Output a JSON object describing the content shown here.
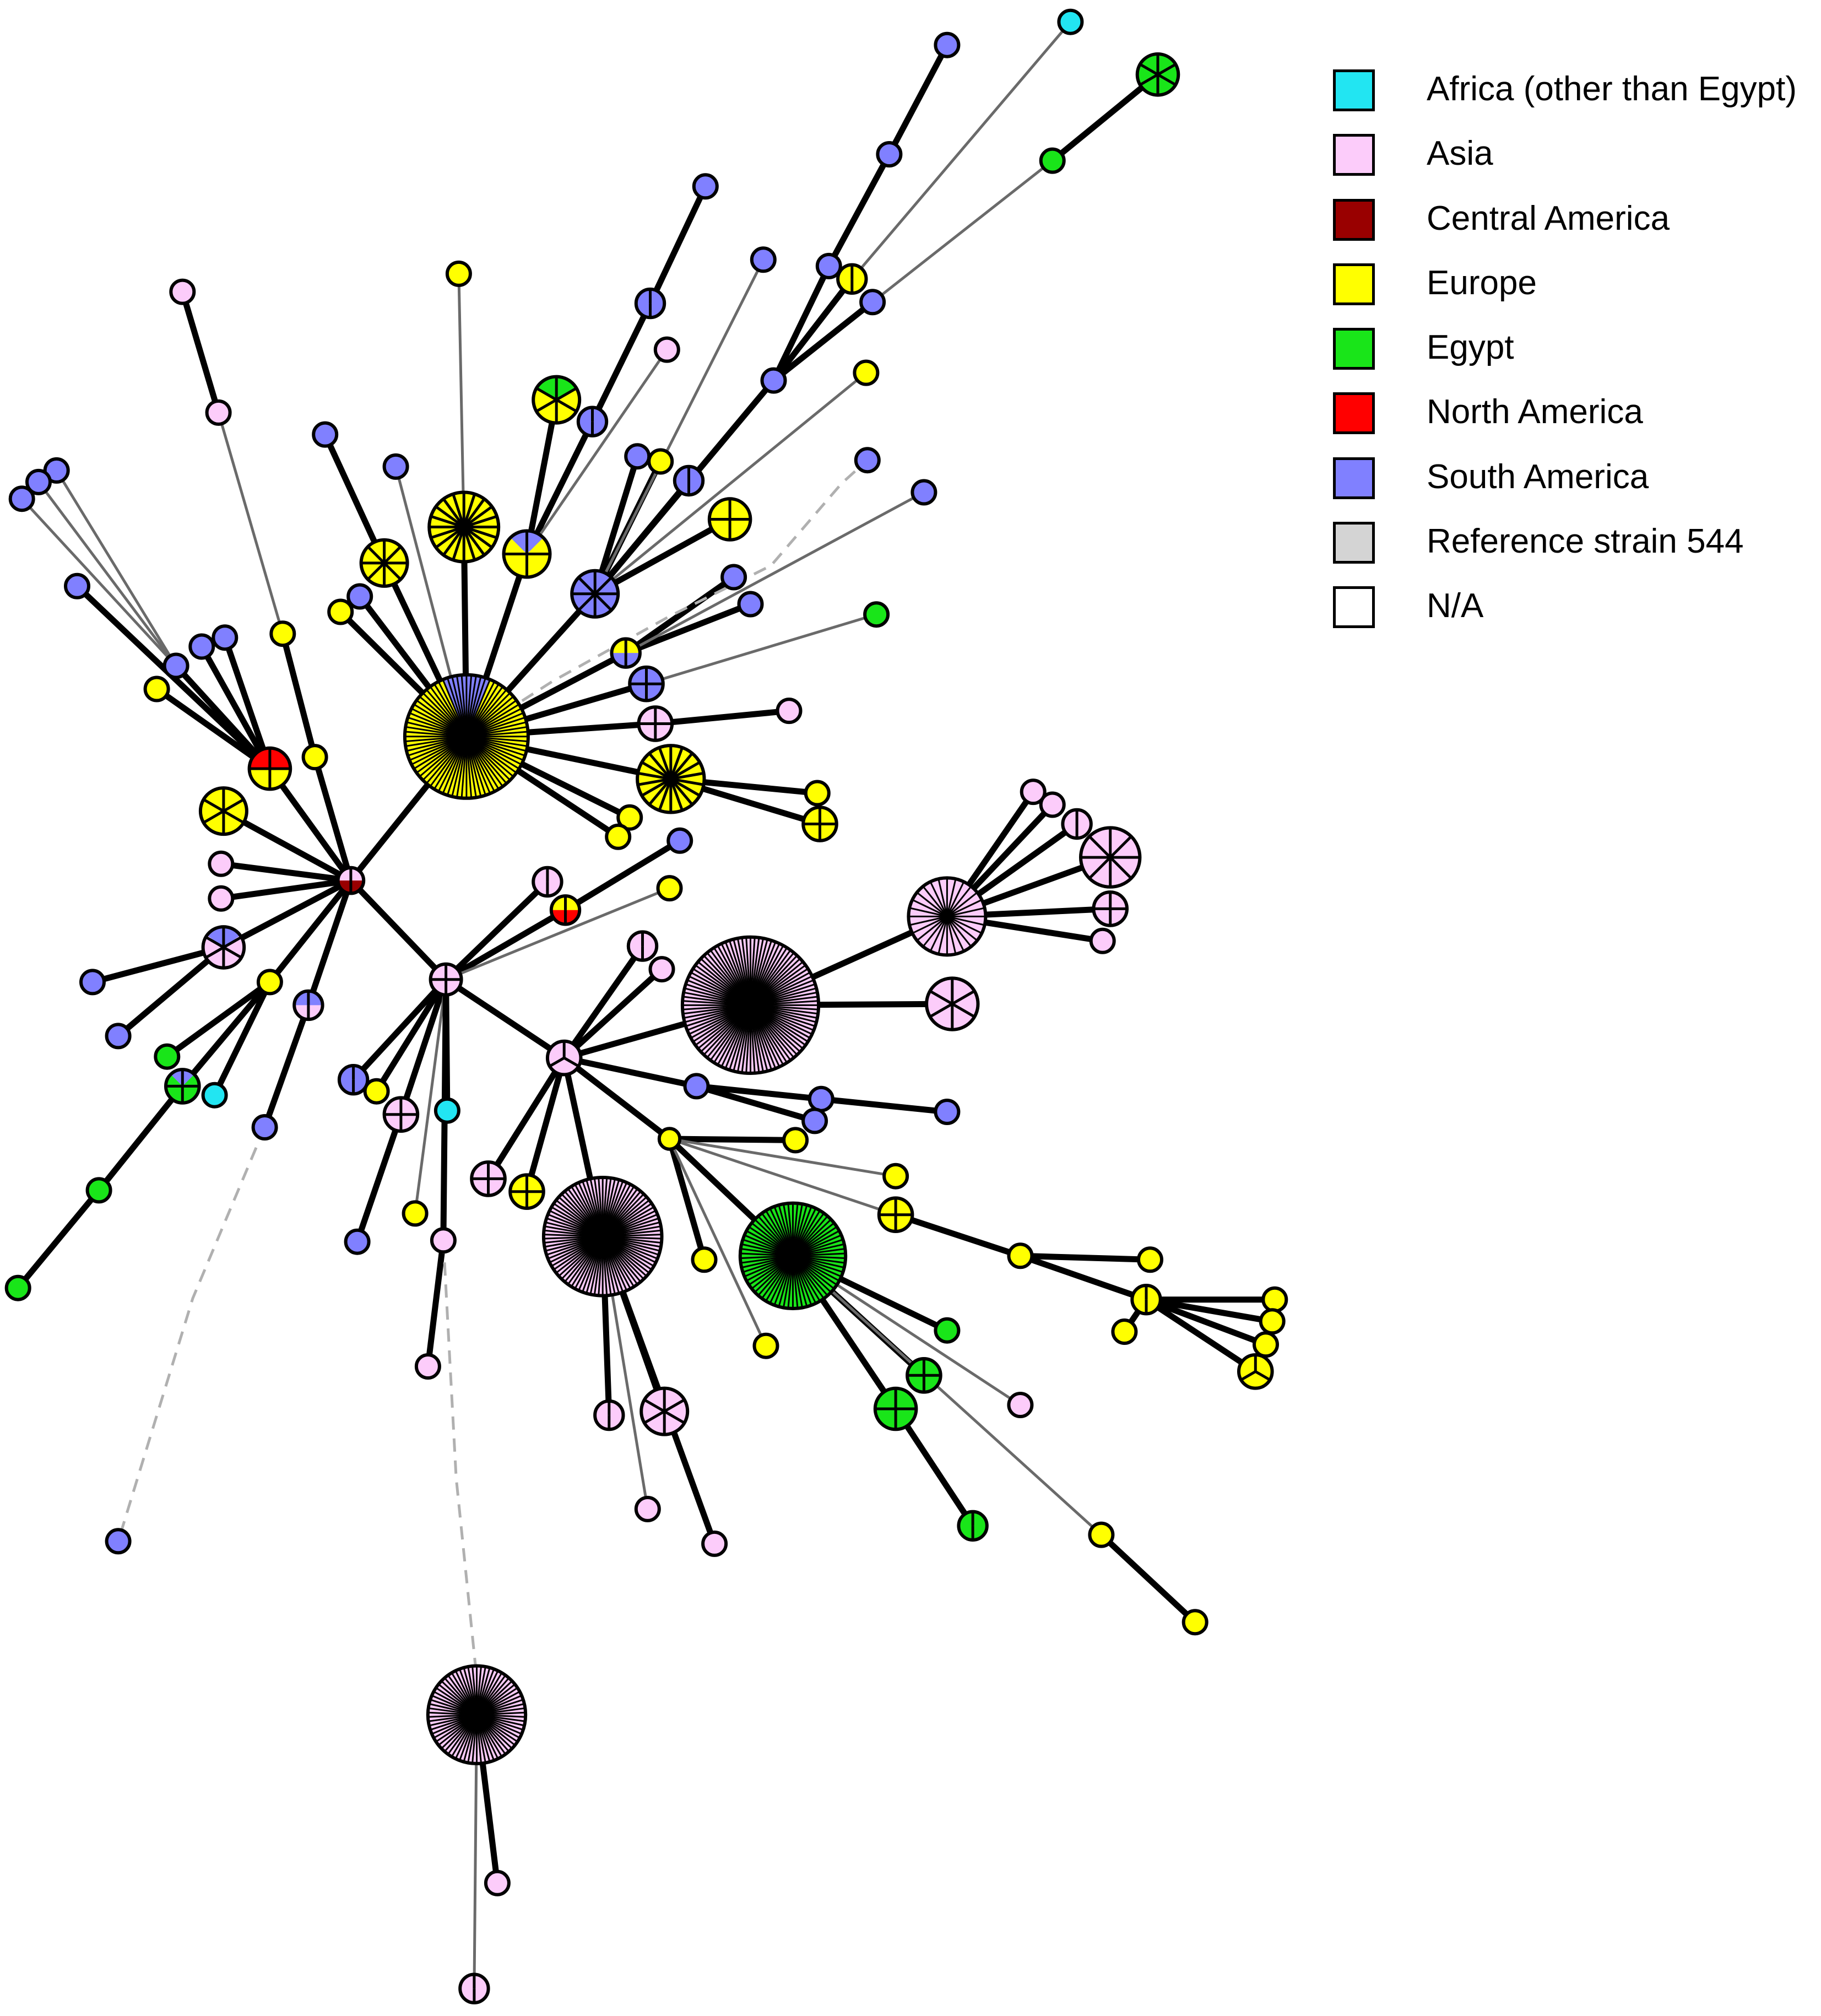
{
  "legend": {
    "items": [
      {
        "label": "Africa (other than Egypt)",
        "color": "#22E5F2"
      },
      {
        "label": "Asia",
        "color": "#FCCCFA"
      },
      {
        "label": "Central America",
        "color": "#990000"
      },
      {
        "label": "Europe",
        "color": "#FFFF00"
      },
      {
        "label": "Egypt",
        "color": "#19E519"
      },
      {
        "label": "North America",
        "color": "#FF0000"
      },
      {
        "label": "South America",
        "color": "#8080FF"
      },
      {
        "label": "Reference strain 544",
        "color": "#D4D4D4"
      },
      {
        "label": "N/A",
        "color": "#FFFFFF"
      }
    ]
  },
  "network": {
    "description_visible": false
  }
}
